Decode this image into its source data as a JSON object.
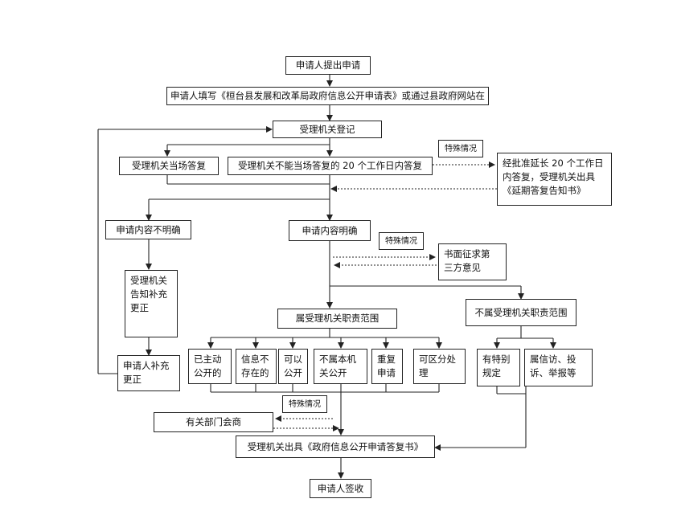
{
  "nodes": {
    "apply": "申请人提出申请",
    "fill_form": "申请人填写《桓台县发展和改革局政府信息公开申请表》或通过县政府网站在",
    "register": "受理机关登记",
    "answer_on_spot": "受理机关当场答复",
    "answer_20_days": "受理机关不能当场答复的 20 个工作日内答复",
    "special_1": "特殊情况",
    "extend": "经批准延长 20 个工作日\n内答复，受理机关出具\n《延期答复告知书》",
    "unclear": "申请内容不明确",
    "clear": "申请内容明确",
    "notify_supplement": "受理机关\n告知补充\n更正",
    "special_2": "特殊情况",
    "third_party": "书面征求第\n三方意见",
    "in_scope": "属受理机关职责范围",
    "out_scope": "不属受理机关职责范围",
    "applicant_supplement": "申请人补充\n更正",
    "c_public": "已主动\n公开的",
    "c_not_exist": "信息不\n存在的",
    "c_can_public": "可以\n公开",
    "c_not_public": "不属本机\n关公开",
    "c_repeat": "重复\n申请",
    "c_partial": "可区分处\n理",
    "o_special": "有特别\n规定",
    "o_petition": "属信访、投\n诉、举报等",
    "special_3": "特殊情况",
    "consult": "有关部门会商",
    "issue_reply": "受理机关出具《政府信息公开申请答复书》",
    "sign": "申请人签收"
  }
}
